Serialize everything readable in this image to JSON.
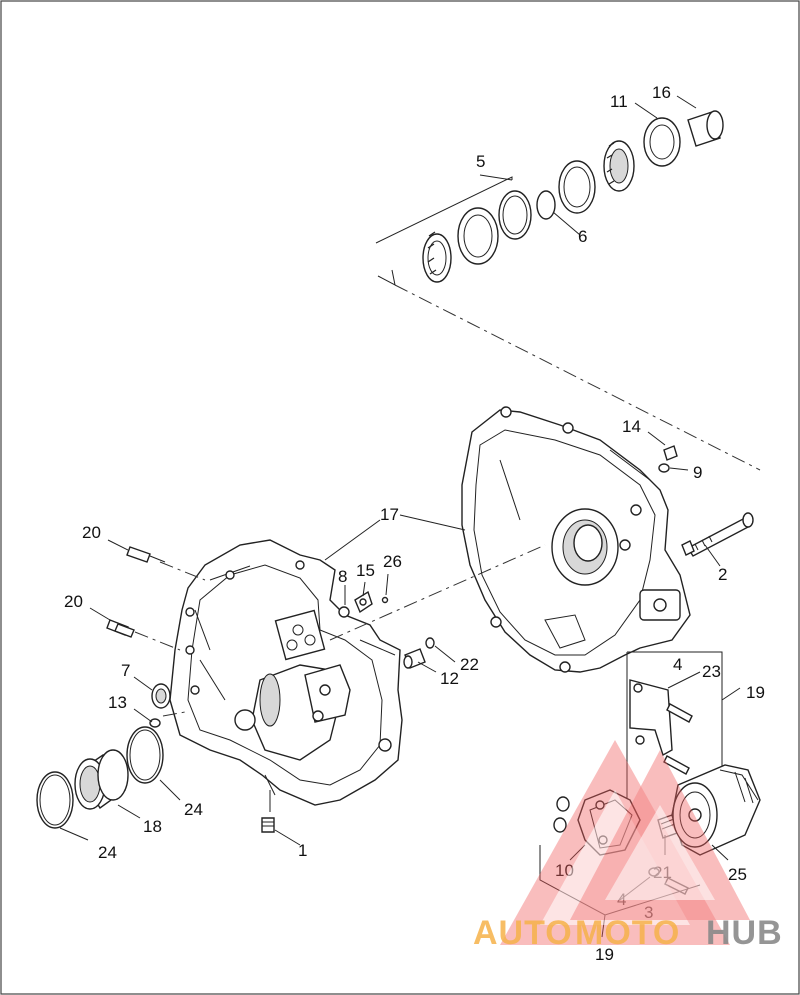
{
  "labels": {
    "p1": "1",
    "p2": "2",
    "p3": "3",
    "p4a": "4",
    "p4b": "4",
    "p5": "5",
    "p6": "6",
    "p7": "7",
    "p8": "8",
    "p9": "9",
    "p10": "10",
    "p11": "11",
    "p12": "12",
    "p13": "13",
    "p14": "14",
    "p15": "15",
    "p16": "16",
    "p17": "17",
    "p18": "18",
    "p19a": "19",
    "p19b": "19",
    "p20a": "20",
    "p20b": "20",
    "p21": "21",
    "p22": "22",
    "p23": "23",
    "p24a": "24",
    "p24b": "24",
    "p25": "25",
    "p26": "26"
  },
  "watermark": {
    "text_auto": "AUTO",
    "text_moto": "MOTO",
    "text_hub": "HUB",
    "colors": {
      "auto": "#f6b24a",
      "moto": "#f6b24a",
      "hub": "#8a8a8a",
      "triangle": "#f05f5f"
    }
  }
}
